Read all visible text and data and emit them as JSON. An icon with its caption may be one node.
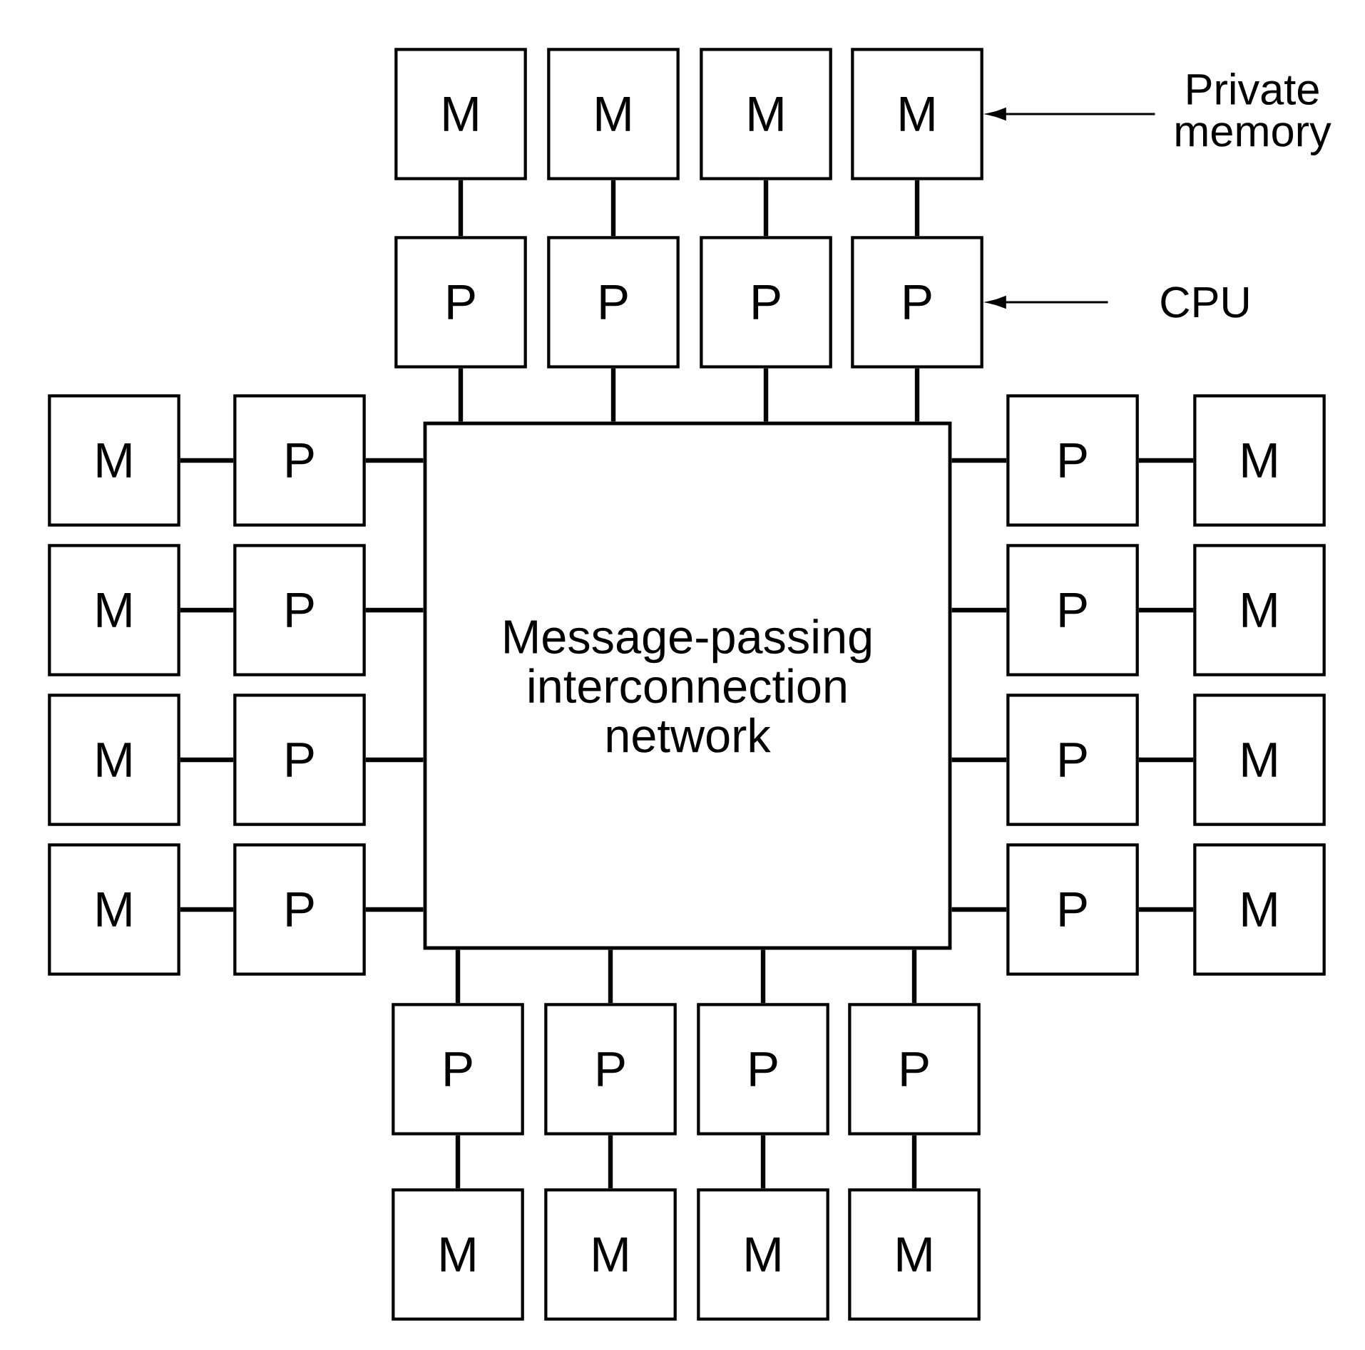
{
  "diagram": {
    "nodes": [
      {
        "text": [
          "M"
        ]
      },
      {
        "text": [
          "M"
        ]
      },
      {
        "text": [
          "M"
        ]
      },
      {
        "text": [
          "M"
        ]
      },
      {
        "text": [
          "P"
        ]
      },
      {
        "text": [
          "P"
        ]
      },
      {
        "text": [
          "P"
        ]
      },
      {
        "text": [
          "P"
        ]
      },
      {
        "text": [
          "Private memory"
        ]
      },
      {
        "text": [
          "CPU"
        ]
      },
      {
        "text": [
          "Message-passing interconnection network"
        ]
      },
      {
        "text": [
          "M"
        ]
      },
      {
        "text": [
          "P"
        ]
      },
      {
        "text": [
          "P"
        ]
      },
      {
        "text": [
          "M"
        ]
      },
      {
        "text": [
          "M"
        ]
      },
      {
        "text": [
          "P"
        ]
      },
      {
        "text": [
          "P"
        ]
      },
      {
        "text": [
          "M"
        ]
      },
      {
        "text": [
          "M"
        ]
      },
      {
        "text": [
          "P"
        ]
      },
      {
        "text": [
          "P"
        ]
      },
      {
        "text": [
          "M"
        ]
      },
      {
        "text": [
          "M"
        ]
      },
      {
        "text": [
          "P"
        ]
      },
      {
        "text": [
          "P"
        ]
      },
      {
        "text": [
          "M"
        ]
      },
      {
        "text": [
          "P"
        ]
      },
      {
        "text": [
          "P"
        ]
      },
      {
        "text": [
          "P"
        ]
      },
      {
        "text": [
          "P"
        ]
      },
      {
        "text": [
          "M"
        ]
      },
      {
        "text": [
          "M"
        ]
      },
      {
        "text": [
          "M"
        ]
      },
      {
        "text": [
          "M"
        ]
      }
    ],
    "edges": [
      {
        "from": 0,
        "to": 4,
        "arrow": "none"
      },
      {
        "from": 1,
        "to": 5,
        "arrow": "none"
      },
      {
        "from": 2,
        "to": 6,
        "arrow": "none"
      },
      {
        "from": 3,
        "to": 7,
        "arrow": "none"
      },
      {
        "from": 4,
        "to": 10,
        "arrow": "none"
      },
      {
        "from": 5,
        "to": 10,
        "arrow": "none"
      },
      {
        "from": 6,
        "to": 10,
        "arrow": "none"
      },
      {
        "from": 7,
        "to": 10,
        "arrow": "none"
      },
      {
        "from": 8,
        "to": 3,
        "arrow": "to"
      },
      {
        "from": 9,
        "to": 7,
        "arrow": "to"
      },
      {
        "from": 11,
        "to": 12,
        "arrow": "none"
      },
      {
        "from": 12,
        "to": 10,
        "arrow": "none"
      },
      {
        "from": 13,
        "to": 10,
        "arrow": "none"
      },
      {
        "from": 13,
        "to": 14,
        "arrow": "none"
      },
      {
        "from": 15,
        "to": 16,
        "arrow": "none"
      },
      {
        "from": 16,
        "to": 10,
        "arrow": "none"
      },
      {
        "from": 17,
        "to": 10,
        "arrow": "none"
      },
      {
        "from": 17,
        "to": 18,
        "arrow": "none"
      },
      {
        "from": 19,
        "to": 20,
        "arrow": "none"
      },
      {
        "from": 20,
        "to": 10,
        "arrow": "none"
      },
      {
        "from": 21,
        "to": 10,
        "arrow": "none"
      },
      {
        "from": 21,
        "to": 22,
        "arrow": "none"
      },
      {
        "from": 23,
        "to": 24,
        "arrow": "none"
      },
      {
        "from": 24,
        "to": 10,
        "arrow": "none"
      },
      {
        "from": 25,
        "to": 10,
        "arrow": "none"
      },
      {
        "from": 25,
        "to": 26,
        "arrow": "none"
      },
      {
        "from": 27,
        "to": 10,
        "arrow": "none"
      },
      {
        "from": 28,
        "to": 10,
        "arrow": "none"
      },
      {
        "from": 29,
        "to": 10,
        "arrow": "none"
      },
      {
        "from": 30,
        "to": 10,
        "arrow": "none"
      },
      {
        "from": 27,
        "to": 31,
        "arrow": "none"
      },
      {
        "from": 28,
        "to": 32,
        "arrow": "none"
      },
      {
        "from": 29,
        "to": 33,
        "arrow": "none"
      },
      {
        "from": 30,
        "to": 34,
        "arrow": "none"
      }
    ]
  }
}
